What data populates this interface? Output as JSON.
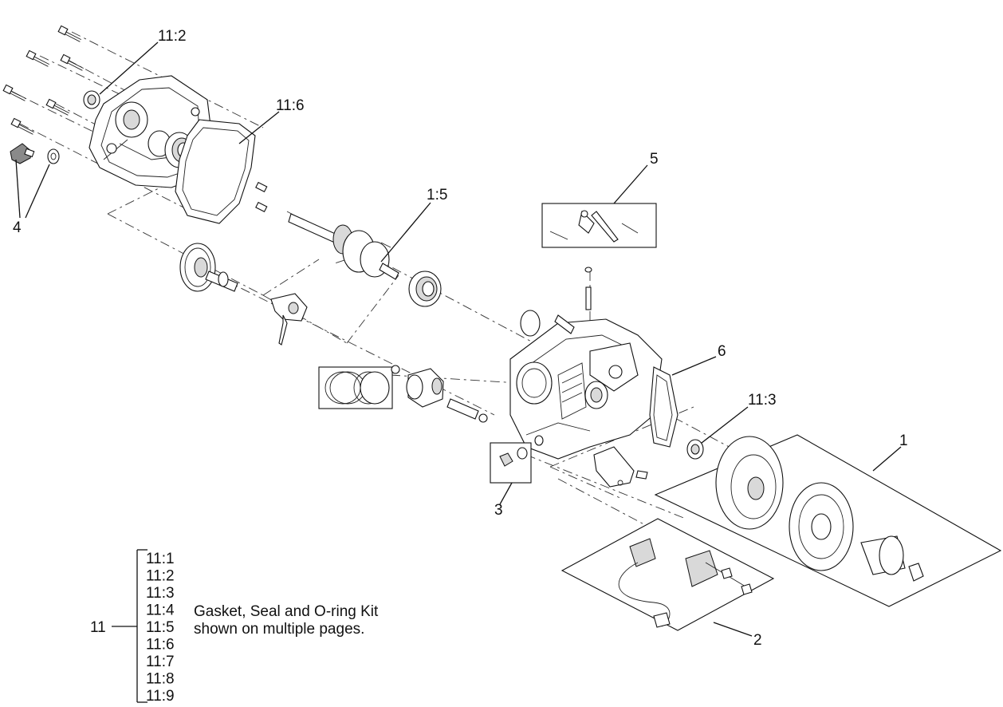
{
  "callouts": {
    "c11_2": "11:2",
    "c11_6": "11:6",
    "c4": "4",
    "c1_5": "1:5",
    "c5": "5",
    "c6": "6",
    "c11_3": "11:3",
    "c1": "1",
    "c3": "3",
    "c2": "2"
  },
  "kit": {
    "number": "11",
    "items": [
      "11:1",
      "11:2",
      "11:3",
      "11:4",
      "11:5",
      "11:6",
      "11:7",
      "11:8",
      "11:9"
    ],
    "description_line1": "Gasket, Seal and O-ring Kit",
    "description_line2": "shown on multiple pages."
  }
}
